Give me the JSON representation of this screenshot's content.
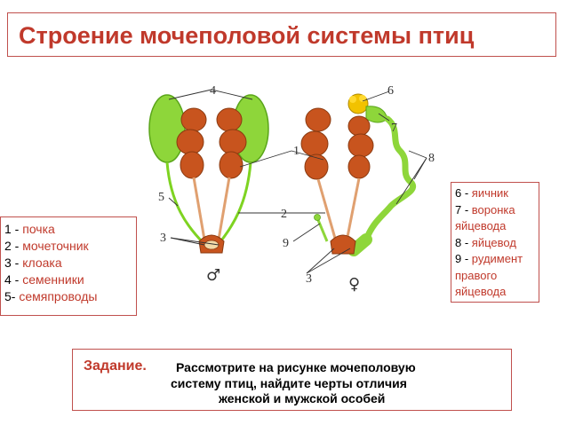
{
  "title": "Строение мочеполовой системы птиц",
  "figure": {
    "labels": [
      "4",
      "6",
      "7",
      "8",
      "1",
      "5",
      "2",
      "3",
      "9",
      "3"
    ],
    "male_symbol": "♂",
    "female_symbol": "♀"
  },
  "legend_left": [
    {
      "num": "1 - ",
      "term": "почка"
    },
    {
      "num": "2 - ",
      "term": "мочеточник"
    },
    {
      "num": "3 - ",
      "term": "клоака"
    },
    {
      "num": "4 - ",
      "term": "семенники"
    },
    {
      "num": "5- ",
      "term": "семяпроводы"
    }
  ],
  "legend_right": [
    {
      "num": "6 - ",
      "term": "яичник"
    },
    {
      "num": "7 - ",
      "term": "воронка"
    },
    {
      "num": "",
      "term": "яйцевода"
    },
    {
      "num": "8 - ",
      "term": "яйцевод"
    },
    {
      "num": "9 - ",
      "term": "рудимент"
    },
    {
      "num": "",
      "term": "правого"
    },
    {
      "num": "",
      "term": "яйцевода"
    }
  ],
  "task": {
    "label": "Задание.",
    "line1": "Рассмотрите  на рисунке мочеполовую",
    "line2": "систему птиц, найдите  черты отличия",
    "line3": "женской и мужской особей"
  },
  "colors": {
    "accent": "#c0392b",
    "kidney": "#c8541e",
    "testis": "#7ed321",
    "border": "#c0504d"
  }
}
